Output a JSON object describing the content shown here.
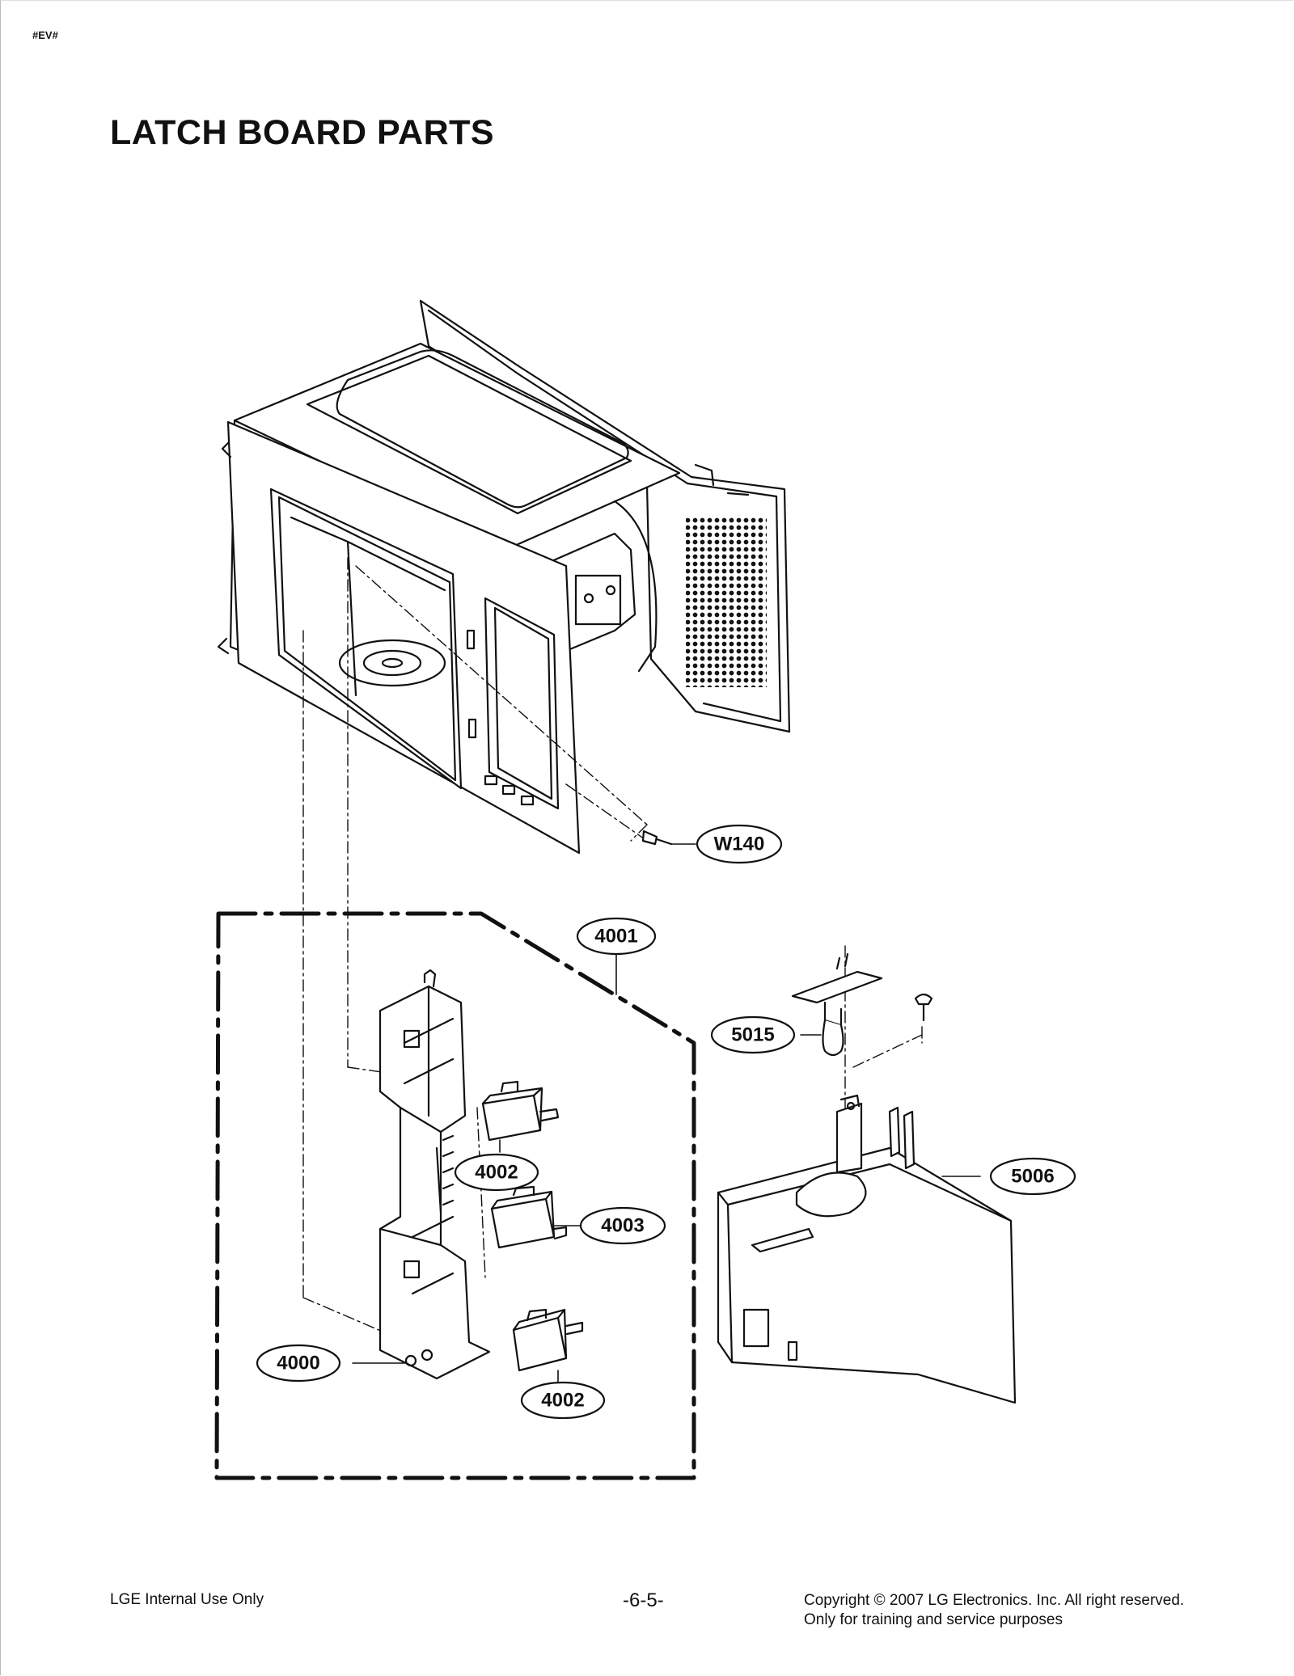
{
  "header": {
    "doc_code": "#EV#",
    "title": "LATCH BOARD PARTS"
  },
  "callouts": [
    {
      "id": "w140",
      "label": "W140"
    },
    {
      "id": "4001",
      "label": "4001"
    },
    {
      "id": "5015",
      "label": "5015"
    },
    {
      "id": "5006",
      "label": "5006"
    },
    {
      "id": "4002a",
      "label": "4002"
    },
    {
      "id": "4003",
      "label": "4003"
    },
    {
      "id": "4000",
      "label": "4000"
    },
    {
      "id": "4002b",
      "label": "4002"
    }
  ],
  "footer": {
    "left": "LGE Internal Use Only",
    "page_number": "-6-5-",
    "copyright_line1": "Copyright © 2007 LG Electronics. Inc. All right reserved.",
    "copyright_line2": "Only for training and service purposes"
  }
}
